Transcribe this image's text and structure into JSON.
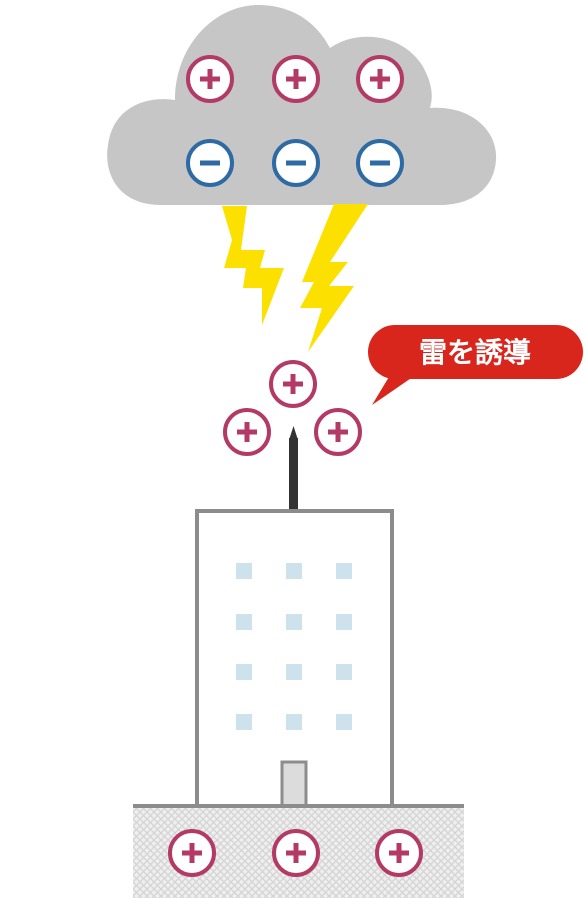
{
  "callout": {
    "text": "雷を誘導"
  },
  "cloud": {
    "positive_charges": 3,
    "negative_charges": 3
  },
  "air_charges": {
    "positive_charges": 3
  },
  "ground": {
    "positive_charges": 3
  },
  "building": {
    "window_rows": 4,
    "window_cols": 3
  },
  "symbols": {
    "positive": "plus-charge-icon",
    "negative": "minus-charge-icon",
    "lightning": "lightning-bolt-icon"
  },
  "colors": {
    "background": "#ffffff",
    "cloud": "#c6c6c6",
    "positive": "#b43a66",
    "negative": "#2e6aa3",
    "lightning": "#fce100",
    "callout": "#d9261c",
    "callout_text": "#ffffff",
    "building_outline": "#8c8c8c",
    "window": "#cde2ec",
    "rod": "#333333",
    "ground_line": "#8c8c8c",
    "ground_hatch": "#d8d8d8"
  }
}
